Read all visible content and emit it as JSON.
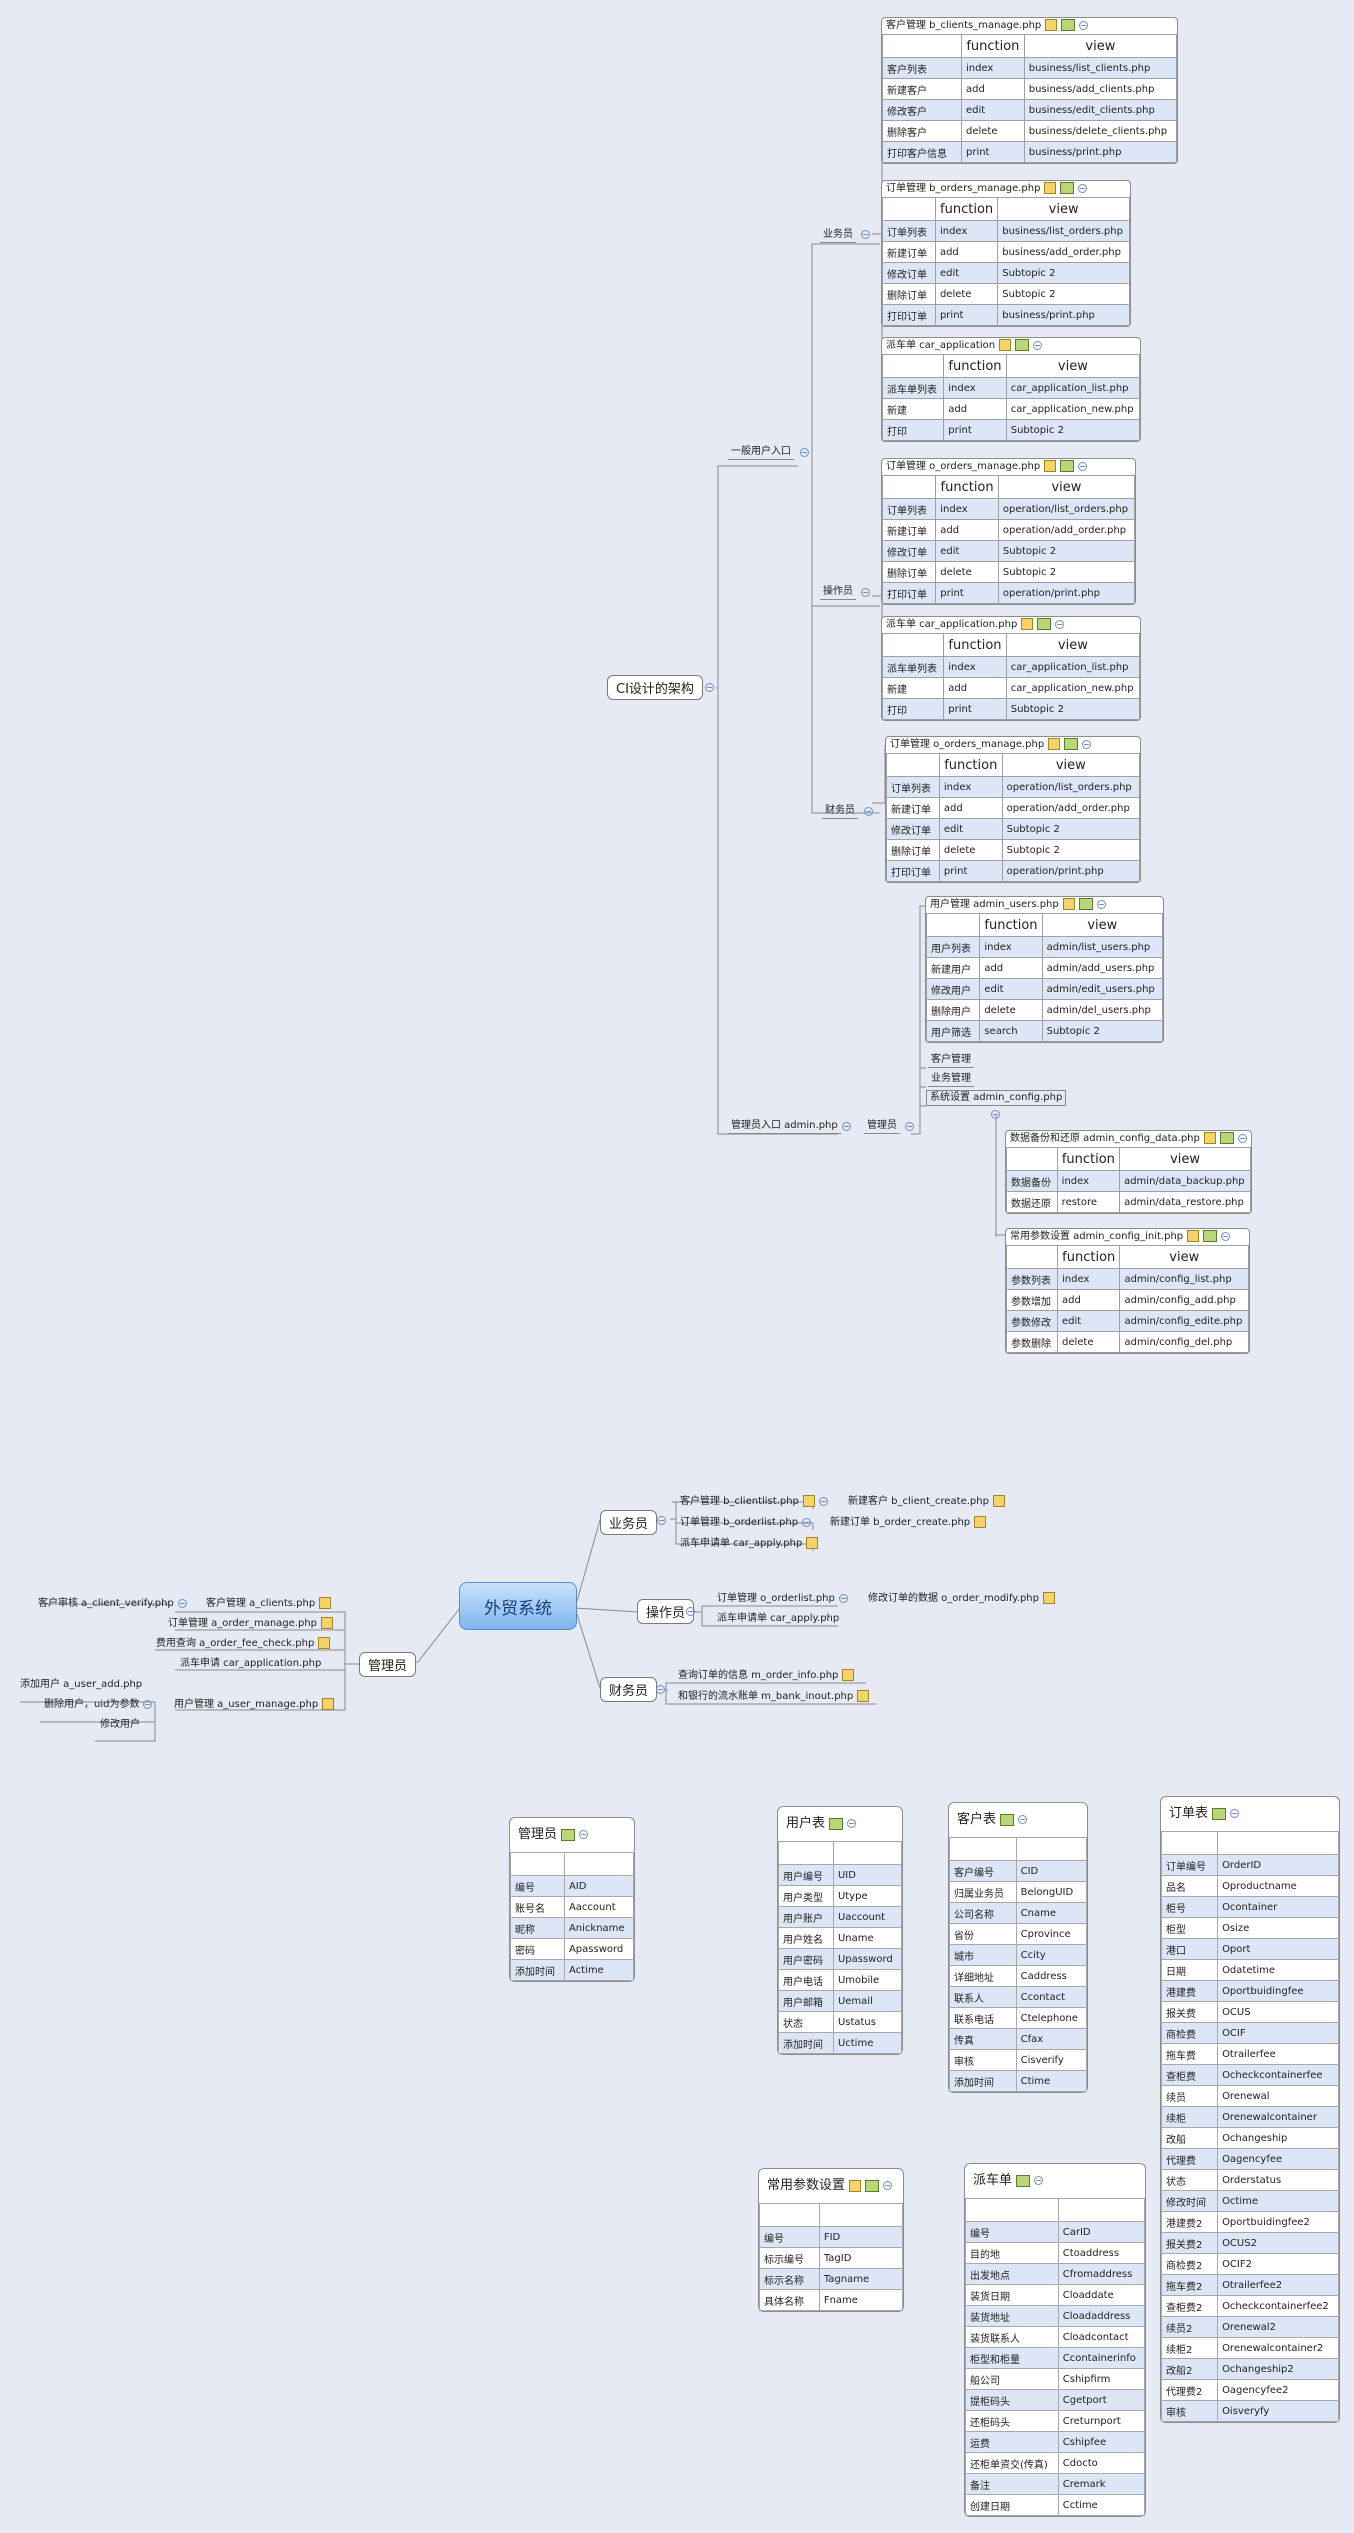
{
  "ci_map": {
    "root": "CI设计的架构",
    "general_entry": "一般用户入口",
    "admin_entry": "管理员入口 admin.php",
    "salesman": "业务员",
    "operator": "操作员",
    "finance": "财务员",
    "admin_role": "管理员",
    "admin_items": [
      "客户管理",
      "业务管理",
      "系统设置 admin_config.php"
    ]
  },
  "col_function": "function",
  "col_view": "view",
  "tables": {
    "t1": {
      "title": "客户管理 b_clients_manage.php",
      "rows": [
        [
          "客户列表",
          "index",
          "business/list_clients.php"
        ],
        [
          "新建客户",
          "add",
          "business/add_clients.php"
        ],
        [
          "修改客户",
          "edit",
          "business/edit_clients.php"
        ],
        [
          "删除客户",
          "delete",
          "business/delete_clients.php"
        ],
        [
          "打印客户信息",
          "print",
          "business/print.php"
        ]
      ]
    },
    "t2": {
      "title": "订单管理 b_orders_manage.php",
      "rows": [
        [
          "订单列表",
          "index",
          "business/list_orders.php"
        ],
        [
          "新建订单",
          "add",
          "business/add_order.php"
        ],
        [
          "修改订单",
          "edit",
          "Subtopic 2"
        ],
        [
          "删除订单",
          "delete",
          "Subtopic 2"
        ],
        [
          "打印订单",
          "print",
          "business/print.php"
        ]
      ]
    },
    "t3": {
      "title": "派车单 car_application",
      "rows": [
        [
          "派车单列表",
          "index",
          "car_application_list.php"
        ],
        [
          "新建",
          "add",
          "car_application_new.php"
        ],
        [
          "打印",
          "print",
          "Subtopic 2"
        ]
      ]
    },
    "t4": {
      "title": "订单管理 o_orders_manage.php",
      "rows": [
        [
          "订单列表",
          "index",
          "operation/list_orders.php"
        ],
        [
          "新建订单",
          "add",
          "operation/add_order.php"
        ],
        [
          "修改订单",
          "edit",
          "Subtopic 2"
        ],
        [
          "删除订单",
          "delete",
          "Subtopic 2"
        ],
        [
          "打印订单",
          "print",
          "operation/print.php"
        ]
      ]
    },
    "t5": {
      "title": "派车单 car_application.php",
      "rows": [
        [
          "派车单列表",
          "index",
          "car_application_list.php"
        ],
        [
          "新建",
          "add",
          "car_application_new.php"
        ],
        [
          "打印",
          "print",
          "Subtopic 2"
        ]
      ]
    },
    "t6": {
      "title": "订单管理 o_orders_manage.php",
      "rows": [
        [
          "订单列表",
          "index",
          "operation/list_orders.php"
        ],
        [
          "新建订单",
          "add",
          "operation/add_order.php"
        ],
        [
          "修改订单",
          "edit",
          "Subtopic 2"
        ],
        [
          "删除订单",
          "delete",
          "Subtopic 2"
        ],
        [
          "打印订单",
          "print",
          "operation/print.php"
        ]
      ]
    },
    "t7": {
      "title": "用户管理 admin_users.php",
      "rows": [
        [
          "用户列表",
          "index",
          "admin/list_users.php"
        ],
        [
          "新建用户",
          "add",
          "admin/add_users.php"
        ],
        [
          "修改用户",
          "edit",
          "admin/edit_users.php"
        ],
        [
          "删除用户",
          "delete",
          "admin/del_users.php"
        ],
        [
          "用户筛选",
          "search",
          "Subtopic 2"
        ]
      ]
    },
    "t8": {
      "title": "数据备份和还原  admin_config_data.php",
      "rows": [
        [
          "数据备份",
          "index",
          "admin/data_backup.php"
        ],
        [
          "数据还原",
          "restore",
          "admin/data_restore.php"
        ]
      ]
    },
    "t9": {
      "title": "常用参数设置 admin_config_init.php",
      "rows": [
        [
          "参数列表",
          "index",
          "admin/config_list.php"
        ],
        [
          "参数增加",
          "add",
          "admin/config_add.php"
        ],
        [
          "参数修改",
          "edit",
          "admin/config_edite.php"
        ],
        [
          "参数删除",
          "delete",
          "admin/config_del.php"
        ]
      ]
    }
  },
  "trade_map": {
    "center": "外贸系统",
    "salesman": "业务员",
    "operator": "操作员",
    "finance": "财务员",
    "admin": "管理员",
    "sales_items": [
      "客户管理 b_clientlist.php",
      "订单管理 b_orderlist.php",
      "派车申请单 car_apply.php"
    ],
    "sales_sub": [
      "新建客户 b_client_create.php",
      "新建订单 b_order_create.php"
    ],
    "op_items": [
      "订单管理 o_orderlist.php",
      "派车申请单 car_apply.php"
    ],
    "op_sub": "修改订单的数据 o_order_modify.php",
    "fin_items": [
      "查询订单的信息 m_order_info.php",
      "和银行的流水账单 m_bank_inout.php"
    ],
    "admin_items": [
      "客户管理 a_clients.php",
      "订单管理 a_order_manage.php",
      "费用查询 a_order_fee_check.php",
      "派车申请 car_application.php",
      "用户管理 a_user_manage.php"
    ],
    "admin_client_sub": "客户审核 a_client_verify.php",
    "admin_user_sub": [
      "添加用户 a_user_add.php",
      "删除用户，uid为参数",
      "修改用户"
    ]
  },
  "db": {
    "admin": {
      "title": "管理员",
      "rows": [
        [
          "编号",
          "AID"
        ],
        [
          "账号名",
          "Aaccount"
        ],
        [
          "昵称",
          "Anickname"
        ],
        [
          "密码",
          "Apassword"
        ],
        [
          "添加时间",
          "Actime"
        ]
      ]
    },
    "user": {
      "title": "用户表",
      "rows": [
        [
          "用户编号",
          "UID"
        ],
        [
          "用户类型",
          "Utype"
        ],
        [
          "用户账户",
          "Uaccount"
        ],
        [
          "用户姓名",
          "Uname"
        ],
        [
          "用户密码",
          "Upassword"
        ],
        [
          "用户电话",
          "Umobile"
        ],
        [
          "用户邮箱",
          "Uemail"
        ],
        [
          "状态",
          "Ustatus"
        ],
        [
          "添加时间",
          "Uctime"
        ]
      ]
    },
    "client": {
      "title": "客户表",
      "rows": [
        [
          "客户编号",
          "CID"
        ],
        [
          "归属业务员",
          "BelongUID"
        ],
        [
          "公司名称",
          "Cname"
        ],
        [
          "省份",
          "Cprovince"
        ],
        [
          "城市",
          "Ccity"
        ],
        [
          "详细地址",
          "Caddress"
        ],
        [
          "联系人",
          "Ccontact"
        ],
        [
          "联系电话",
          "Ctelephone"
        ],
        [
          "传真",
          "Cfax"
        ],
        [
          "审核",
          "Cisverify"
        ],
        [
          "添加时间",
          "Ctime"
        ]
      ]
    },
    "order": {
      "title": "订单表",
      "rows": [
        [
          "订单编号",
          "OrderID"
        ],
        [
          "品名",
          "Oproductname"
        ],
        [
          "柜号",
          "Ocontainer"
        ],
        [
          "柜型",
          "Osize"
        ],
        [
          "港口",
          "Oport"
        ],
        [
          "日期",
          "Odatetime"
        ],
        [
          "港建费",
          "Oportbuidingfee"
        ],
        [
          "报关费",
          "OCUS"
        ],
        [
          "商检费",
          "OCIF"
        ],
        [
          "拖车费",
          "Otrailerfee"
        ],
        [
          "查柜费",
          "Ocheckcontainerfee"
        ],
        [
          "续员",
          "Orenewal"
        ],
        [
          "续柜",
          "Orenewalcontainer"
        ],
        [
          "改船",
          "Ochangeship"
        ],
        [
          "代理费",
          "Oagencyfee"
        ],
        [
          "状态",
          "Orderstatus"
        ],
        [
          "修改时间",
          "Octime"
        ],
        [
          "港建费2",
          "Oportbuidingfee2"
        ],
        [
          "报关费2",
          "OCUS2"
        ],
        [
          "商检费2",
          "OCIF2"
        ],
        [
          "拖车费2",
          "Otrailerfee2"
        ],
        [
          "查柜费2",
          "Ocheckcontainerfee2"
        ],
        [
          "续员2",
          "Orenewal2"
        ],
        [
          "续柜2",
          "Orenewalcontainer2"
        ],
        [
          "改船2",
          "Ochangeship2"
        ],
        [
          "代理费2",
          "Oagencyfee2"
        ],
        [
          "审核",
          "Oisveryfy"
        ]
      ]
    },
    "config": {
      "title": "常用参数设置",
      "rows": [
        [
          "编号",
          "FID"
        ],
        [
          "标示编号",
          "TagID"
        ],
        [
          "标示名称",
          "Tagname"
        ],
        [
          "具体名称",
          "Fname"
        ]
      ]
    },
    "car": {
      "title": "派车单",
      "rows": [
        [
          "编号",
          "CarID"
        ],
        [
          "目的地",
          "Ctoaddress"
        ],
        [
          "出发地点",
          "Cfromaddress"
        ],
        [
          "装货日期",
          "Cloaddate"
        ],
        [
          "装货地址",
          "Cloadaddress"
        ],
        [
          "装货联系人",
          "Cloadcontact"
        ],
        [
          "柜型和柜量",
          "Ccontainerinfo"
        ],
        [
          "船公司",
          "Cshipfirm"
        ],
        [
          "提柜码头",
          "Cgetport"
        ],
        [
          "还柜码头",
          "Creturnport"
        ],
        [
          "运费",
          "Cshipfee"
        ],
        [
          "还柜单资交(传真)",
          "Cdocto"
        ],
        [
          "备注",
          "Cremark"
        ],
        [
          "创建日期",
          "Cctime"
        ]
      ]
    }
  }
}
